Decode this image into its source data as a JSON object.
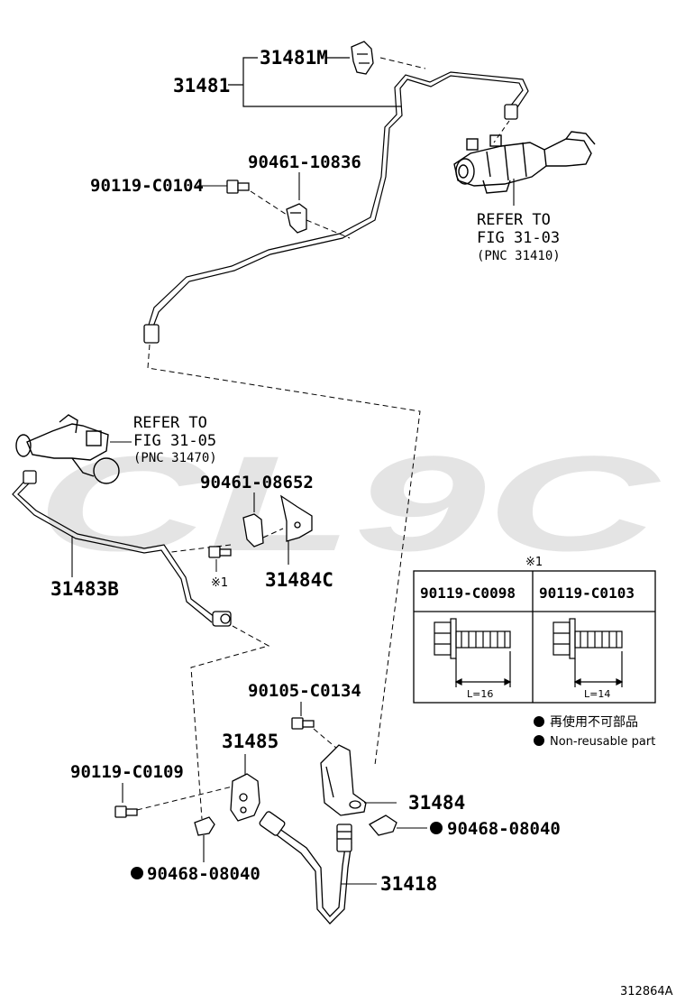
{
  "parts": {
    "p31481": "31481",
    "p31481M": "31481M",
    "p90461_10836": "90461-10836",
    "p90119_C0104": "90119-C0104",
    "p90461_08652": "90461-08652",
    "p31483B": "31483B",
    "p31484C": "31484C",
    "p90105_C0134": "90105-C0134",
    "p31485": "31485",
    "p90119_C0109": "90119-C0109",
    "p31484": "31484",
    "p90468_08040_a": "90468-08040",
    "p90468_08040_b": "90468-08040",
    "p31418": "31418"
  },
  "refs": {
    "top": {
      "line1": "REFER TO",
      "line2": "FIG 31-03",
      "line3": "(PNC 31410)"
    },
    "mid": {
      "line1": "REFER TO",
      "line2": "FIG 31-05",
      "line3": "(PNC 31470)"
    }
  },
  "note_mark": "※1",
  "table": {
    "mark": "※1",
    "col1": {
      "pn": "90119-C0098",
      "length": "L=16"
    },
    "col2": {
      "pn": "90119-C0103",
      "length": "L=14"
    }
  },
  "legend": {
    "line_jp": "再使用不可部品",
    "line_en": "Non-reusable part"
  },
  "watermark": "CL9C",
  "figure_code": "312864A"
}
